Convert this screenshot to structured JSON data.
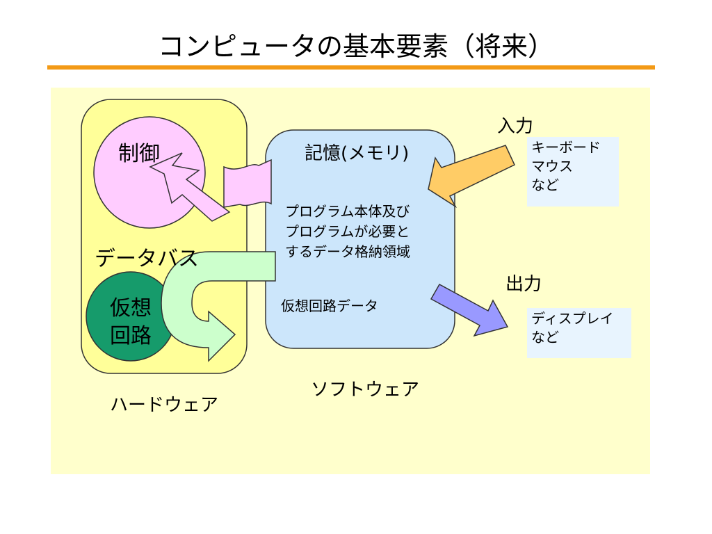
{
  "slide": {
    "title": "コンピュータの基本要素（将来）"
  },
  "hardware": {
    "control_label": "制御",
    "databus_label": "データバス",
    "virtual_circuit_line1": "仮想",
    "virtual_circuit_line2": "回路",
    "caption": "ハードウェア"
  },
  "memory": {
    "title": "記憶(メモリ)",
    "program_area_lines": [
      "プログラム本体及び",
      "プログラムが必要と",
      "するデータ格納領域"
    ],
    "virtual_circuit_data": "仮想回路データ"
  },
  "software": {
    "caption": "ソフトウェア"
  },
  "input": {
    "heading": "入力",
    "devices": [
      "キーボード",
      "マウス",
      "など"
    ]
  },
  "output": {
    "heading": "出力",
    "devices": [
      "ディスプレイ",
      "など"
    ]
  },
  "colors": {
    "title_rule": "#f39a16",
    "panel_bg": "#ffffcc",
    "hardware_box": "#ffff99",
    "control_circle": "#ffccff",
    "virtual_circuit_circle": "#169b6b",
    "memory_box": "#cce6fb",
    "databus_arrow": "#ccffcc",
    "input_arrow": "#ffcc66",
    "output_arrow": "#9999ff",
    "io_box": "#e8f4fe"
  }
}
